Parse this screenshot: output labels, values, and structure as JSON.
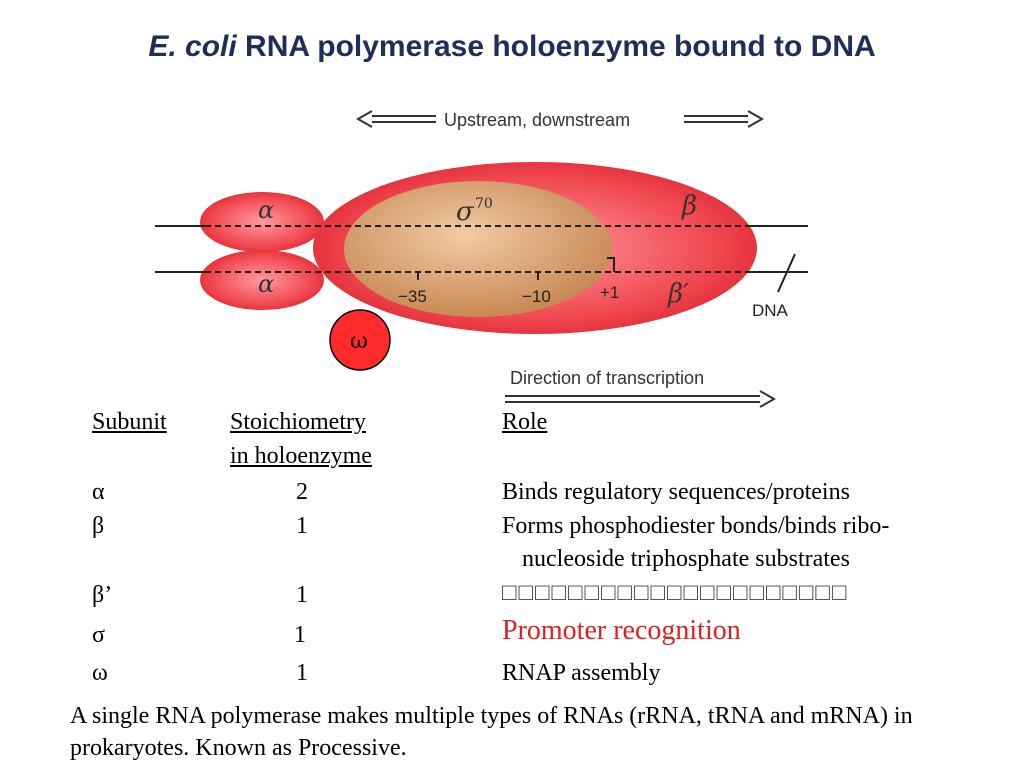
{
  "title": {
    "italic_part": "E. coli",
    "rest": " RNA polymerase holoenzyme bound to DNA"
  },
  "diagram": {
    "upstream_label": "Upstream, downstream",
    "direction_label": "Direction of transcription",
    "dna_label": "DNA",
    "subunit_labels": {
      "alpha_top": "α",
      "alpha_bottom": "α",
      "sigma": "σ",
      "sigma_sup": "70",
      "beta": "β",
      "beta_prime": "β′",
      "omega": "ω"
    },
    "markers": {
      "minus35": "−35",
      "minus10": "−10",
      "plus1": "+1"
    }
  },
  "table": {
    "headers": {
      "subunit": "Subunit",
      "stoich_line1": "Stoichiometry",
      "stoich_line2": "in holoenzyme",
      "role": "Role"
    },
    "rows": [
      {
        "subunit": "α",
        "count": "2",
        "role": "Binds regulatory sequences/proteins"
      },
      {
        "subunit": "β",
        "count": "1",
        "role": "Forms phosphodiester bonds/binds ribo-",
        "role_line2": "nucleoside triphosphate substrates"
      },
      {
        "subunit": "β’",
        "count": "1",
        "role": "□□□□□□□□□□□□□□□□□□□□□"
      },
      {
        "subunit": "σ",
        "count": "1",
        "role": "Promoter recognition"
      },
      {
        "subunit": "ω",
        "count": "1",
        "role": "RNAP assembly"
      }
    ]
  },
  "footer": {
    "text": "A single RNA polymerase makes multiple types of RNAs (rRNA, tRNA and mRNA) in prokaryotes.  Known as Processive."
  },
  "colors": {
    "title": "#1f2d5a",
    "enzyme_red": "#e8323c",
    "sigma_tan": "#d9a273",
    "promoter_text": "#e02020"
  }
}
